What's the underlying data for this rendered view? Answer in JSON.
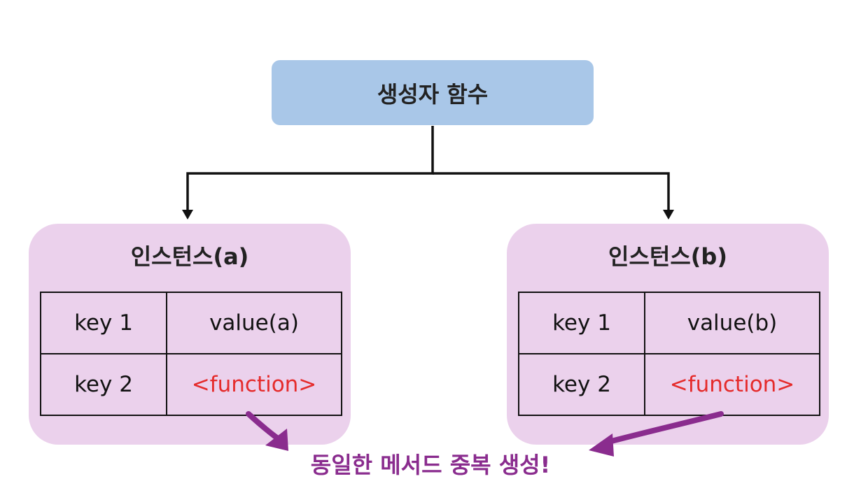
{
  "root": {
    "label": "생성자 함수"
  },
  "instances": [
    {
      "title": "인스턴스(a)",
      "rows": [
        {
          "key": "key 1",
          "value": "value(a)"
        },
        {
          "key": "key 2",
          "value": "<function>"
        }
      ]
    },
    {
      "title": "인스턴스(b)",
      "rows": [
        {
          "key": "key 1",
          "value": "value(b)"
        },
        {
          "key": "key 2",
          "value": "<function>"
        }
      ]
    }
  ],
  "note": "동일한 메서드 중복 생성!",
  "colors": {
    "root_fill": "#a9c7e8",
    "instance_fill": "#ebd1ec",
    "function_text": "#e52b2b",
    "note_text": "#8a2c8e"
  }
}
